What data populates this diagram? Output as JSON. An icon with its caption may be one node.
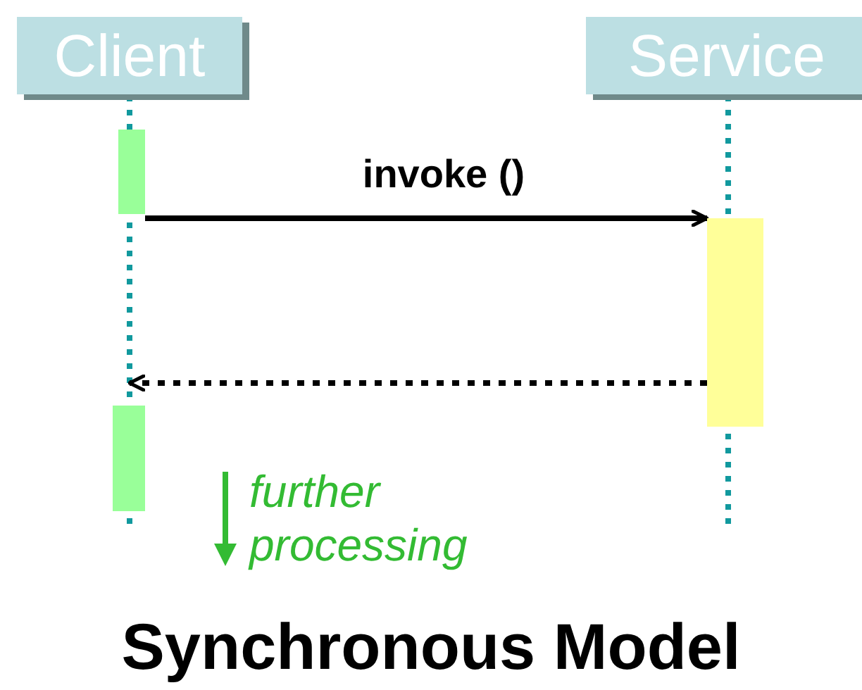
{
  "diagram": {
    "title": "Synchronous Model",
    "nodes": [
      {
        "text": [
          "Client"
        ]
      },
      {
        "text": [
          "Service"
        ]
      },
      {
        "text": [],
        "shape": "bar"
      },
      {
        "text": [],
        "shape": "bar"
      },
      {
        "text": [],
        "shape": "bar"
      }
    ],
    "edges": [
      {
        "from": 2,
        "to": 3,
        "arrow": "to",
        "label": "invoke ()"
      },
      {
        "from": 3,
        "to": 4,
        "arrow": "to",
        "style": "dashed"
      }
    ],
    "labels": [
      "further processing"
    ]
  }
}
